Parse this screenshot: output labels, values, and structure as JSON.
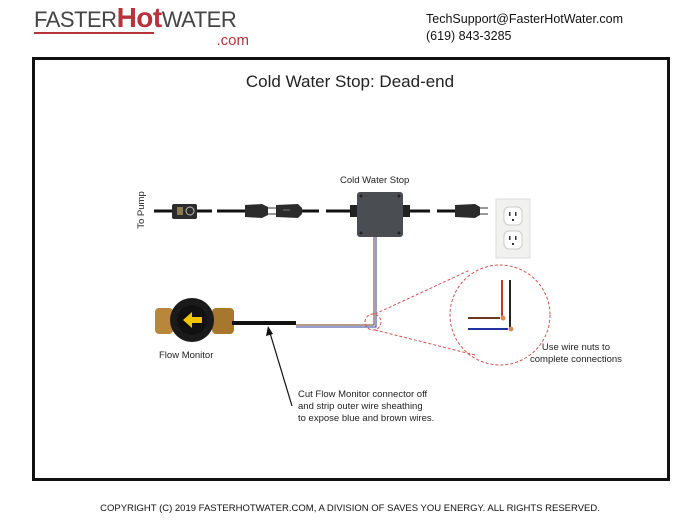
{
  "header": {
    "logo": {
      "part1": "FASTER",
      "part2": "Hot",
      "part3": "WATER",
      "suffix": ".com"
    },
    "email": "TechSupport@FasterHotWater.com",
    "phone": "(619) 843-3285"
  },
  "diagram": {
    "title": "Cold Water Stop: Dead-end",
    "labels": {
      "to_pump": "To Pump",
      "cold_water_stop": "Cold Water Stop",
      "flow_monitor": "Flow Monitor",
      "wire_nuts": [
        "Use wire nuts to",
        "complete connections"
      ],
      "cut_instruction": [
        "Cut Flow Monitor connector off",
        "and strip outer wire sheathing",
        "to expose blue and brown wires."
      ]
    },
    "colors": {
      "brand_red": "#b8323a",
      "wire_blue": "#2a3fa0",
      "wire_brown": "#6b3a1f",
      "callout": "#d9534f"
    }
  },
  "footer": {
    "copyright": "COPYRIGHT (C) 2019 FASTERHOTWATER.COM, A DIVISION OF SAVES YOU ENERGY. ALL RIGHTS RESERVED."
  }
}
